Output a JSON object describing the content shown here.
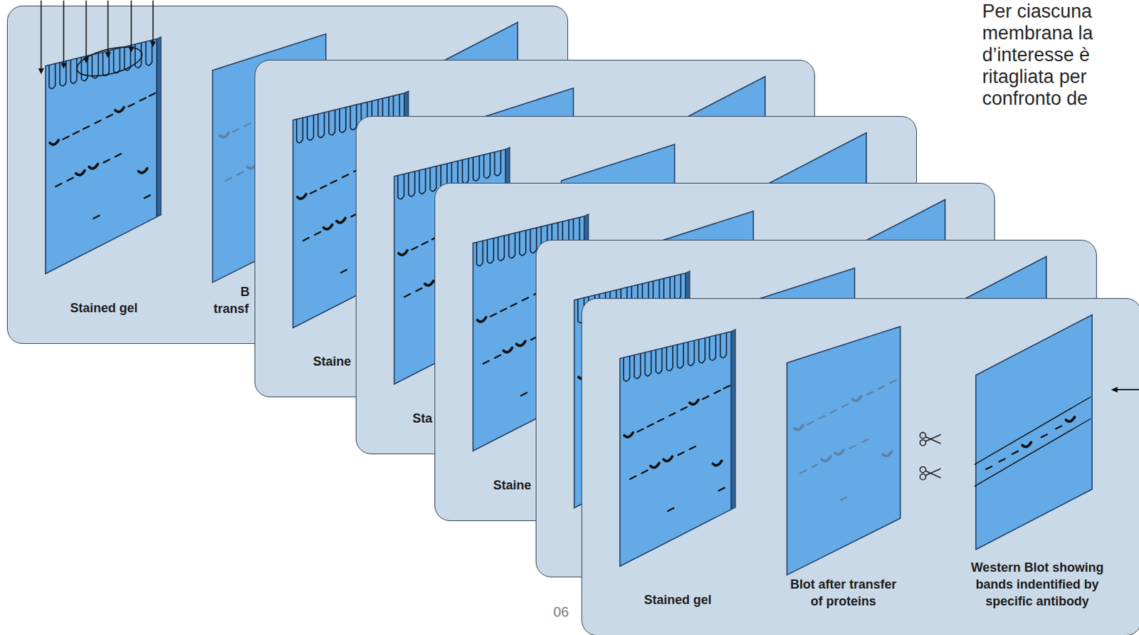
{
  "diagram": {
    "nodes": [
      {
        "text": [
          "Stained gel",
          "B",
          "transf"
        ]
      },
      {
        "text": [
          "Staine"
        ]
      },
      {
        "text": [
          "Sta"
        ]
      },
      {
        "text": [
          "Staine"
        ]
      },
      {
        "text": [
          "Stained gel",
          "Blot after transfer of proteins",
          "Western Blot showing bands indentified by specific antibody"
        ]
      }
    ],
    "labels": [
      "Per ciascuna membrana la d’interesse è ritagliata per confronto de",
      "06"
    ]
  }
}
